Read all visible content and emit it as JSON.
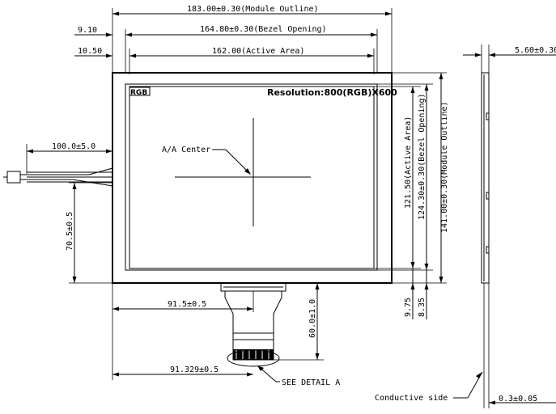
{
  "labels": {
    "module_outline_width": "183.00±0.30(Module Outline)",
    "bezel_opening_width": "164.80±0.30(Bezel Opening)",
    "active_area_width": "162.00(Active Area)",
    "offset_bezel": "9.10",
    "offset_active": "10.50",
    "thickness_total": "5.60±0.30",
    "rgb_tag": "RGB",
    "resolution": "Resolution:800(RGB)X600",
    "aa_center": "A/A Center",
    "cable_length": "100.0±5.0",
    "vertical_offset": "70.5±0.5",
    "active_area_height": "121.50(Active Area)",
    "bezel_opening_height": "124.30±0.30(Bezel Opening)",
    "module_outline_height": "141.00±0.30(Module Outline)",
    "bottom_bezel": "9.75",
    "bottom_active": "8.35",
    "fpc_offset": "91.5±0.5",
    "fpc_length": "60.0±1.0",
    "fpc_end_offset": "91.329±0.5",
    "see_detail": "SEE DETAIL A",
    "conductive_side": "Conductive side",
    "film_thickness": "0.3±0.05"
  }
}
